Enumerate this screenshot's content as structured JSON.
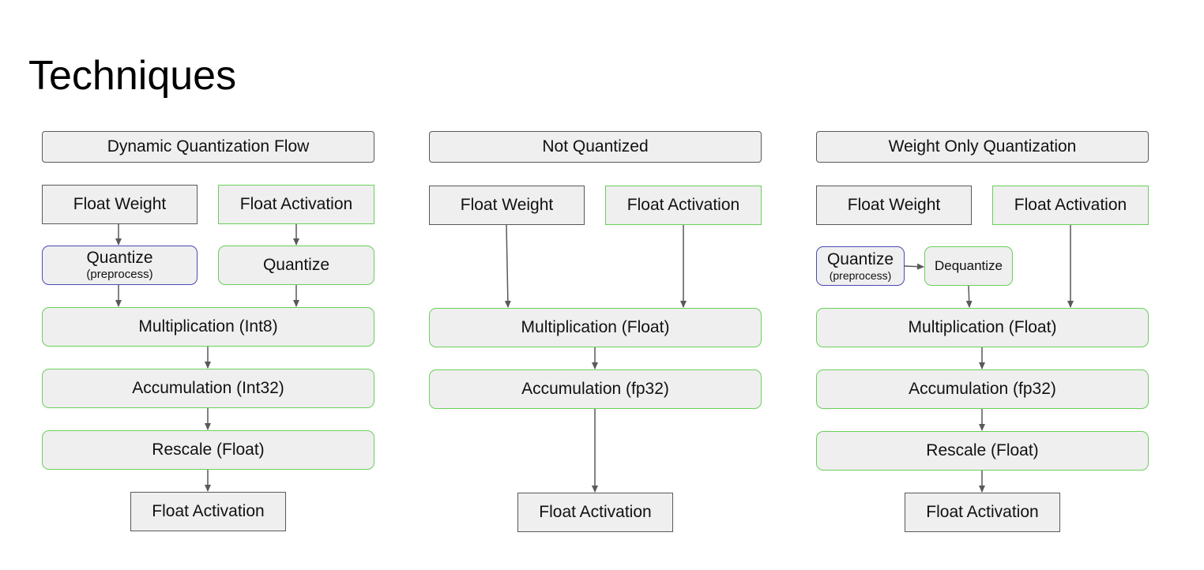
{
  "page": {
    "title": "Techniques"
  },
  "dynamic": {
    "header": "Dynamic Quantization Flow",
    "float_weight": "Float Weight",
    "float_activation": "Float Activation",
    "quantize_pre": "Quantize",
    "quantize_pre_sub": "(preprocess)",
    "quantize": "Quantize",
    "multiplication": "Multiplication (Int8)",
    "accumulation": "Accumulation (Int32)",
    "rescale": "Rescale (Float)",
    "output": "Float Activation"
  },
  "not_quantized": {
    "header": "Not Quantized",
    "float_weight": "Float Weight",
    "float_activation": "Float Activation",
    "multiplication": "Multiplication (Float)",
    "accumulation": "Accumulation (fp32)",
    "output": "Float Activation"
  },
  "weight_only": {
    "header": "Weight Only Quantization",
    "float_weight": "Float Weight",
    "float_activation": "Float Activation",
    "quantize_pre": "Quantize",
    "quantize_pre_sub": "(preprocess)",
    "dequantize": "Dequantize",
    "multiplication": "Multiplication (Float)",
    "accumulation": "Accumulation (fp32)",
    "rescale": "Rescale (Float)",
    "output": "Float Activation"
  },
  "colors": {
    "box_fill": "#efefef",
    "gray_border": "#595959",
    "green_border": "#6ad05a",
    "blue_border": "#4a4ab8",
    "arrow": "#595959"
  }
}
